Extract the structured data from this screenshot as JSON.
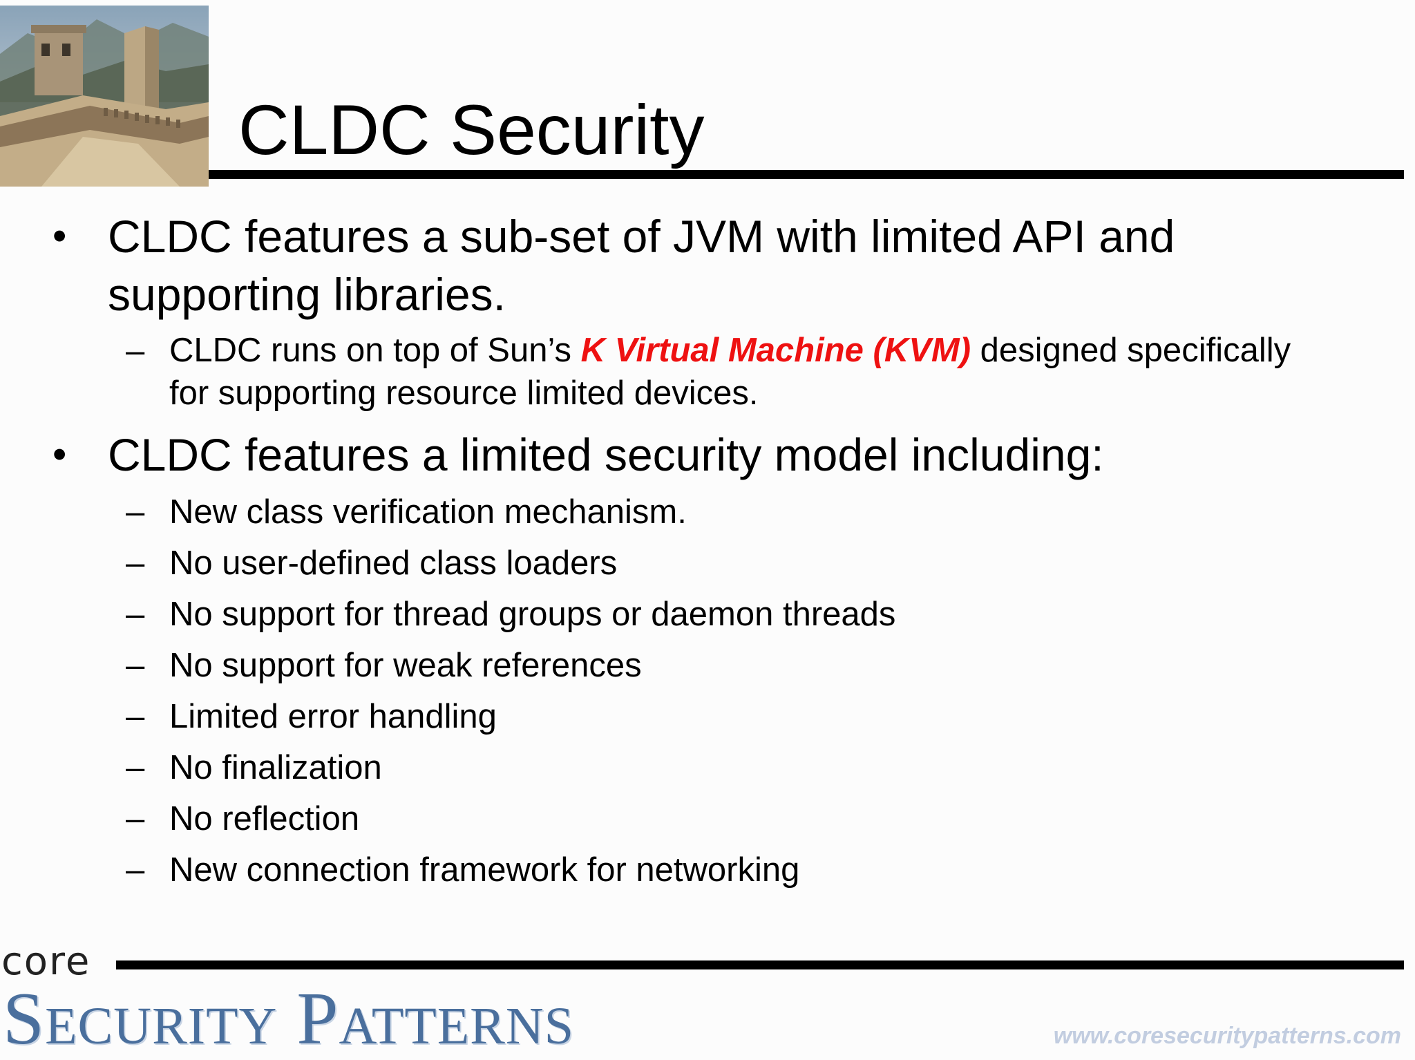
{
  "slide": {
    "title": "CLDC Security"
  },
  "bullets": [
    {
      "marker": "•",
      "lines": [
        "CLDC features a sub-set of JVM with limited API and",
        "supporting libraries."
      ],
      "sub": {
        "marker": "–",
        "line1_before": "CLDC runs on top of Sun’s ",
        "line1_highlight": "K Virtual Machine (KVM)",
        "line1_after": " designed specifically",
        "line2": "for supporting resource limited devices."
      }
    },
    {
      "marker": "•",
      "text": "CLDC features a limited security model including:",
      "subitems": [
        "New class verification mechanism.",
        "No user-defined class loaders",
        "No support for thread groups or daemon threads",
        "No support for weak references",
        "Limited error handling",
        "No finalization",
        "No reflection",
        "New connection framework for networking"
      ]
    }
  ],
  "footer": {
    "logo_core": "core",
    "logo_title": "Security Patterns",
    "url": "www.coresecuritypatterns.com"
  },
  "colors": {
    "highlight": "#ee1111",
    "logo_blue": "#4a6f9d",
    "url_color": "#c2cde0"
  },
  "icons": {
    "header_image": "great-wall-photo"
  }
}
